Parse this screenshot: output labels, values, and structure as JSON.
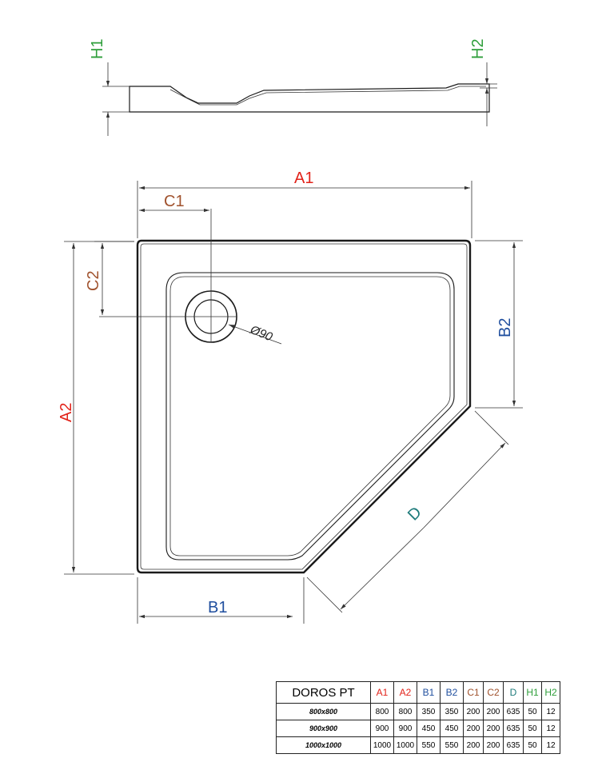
{
  "labels": {
    "A1": "A1",
    "A2": "A2",
    "B1": "B1",
    "B2": "B2",
    "C1": "C1",
    "C2": "C2",
    "D": "D",
    "H1": "H1",
    "H2": "H2",
    "drain_diameter": "Ø90"
  },
  "colors": {
    "A": "#e2231a",
    "B": "#1f4e9e",
    "C": "#a0522d",
    "D": "#1e7b7b",
    "H": "#2e9e3a",
    "line": "#1a1a1a"
  },
  "table": {
    "model": "DOROS PT",
    "headers": [
      "A1",
      "A2",
      "B1",
      "B2",
      "C1",
      "C2",
      "D",
      "H1",
      "H2"
    ],
    "rows": [
      {
        "size": "800x800",
        "values": [
          "800",
          "800",
          "350",
          "350",
          "200",
          "200",
          "635",
          "50",
          "12"
        ]
      },
      {
        "size": "900x900",
        "values": [
          "900",
          "900",
          "450",
          "450",
          "200",
          "200",
          "635",
          "50",
          "12"
        ]
      },
      {
        "size": "1000x1000",
        "values": [
          "1000",
          "1000",
          "550",
          "550",
          "200",
          "200",
          "635",
          "50",
          "12"
        ]
      }
    ]
  }
}
